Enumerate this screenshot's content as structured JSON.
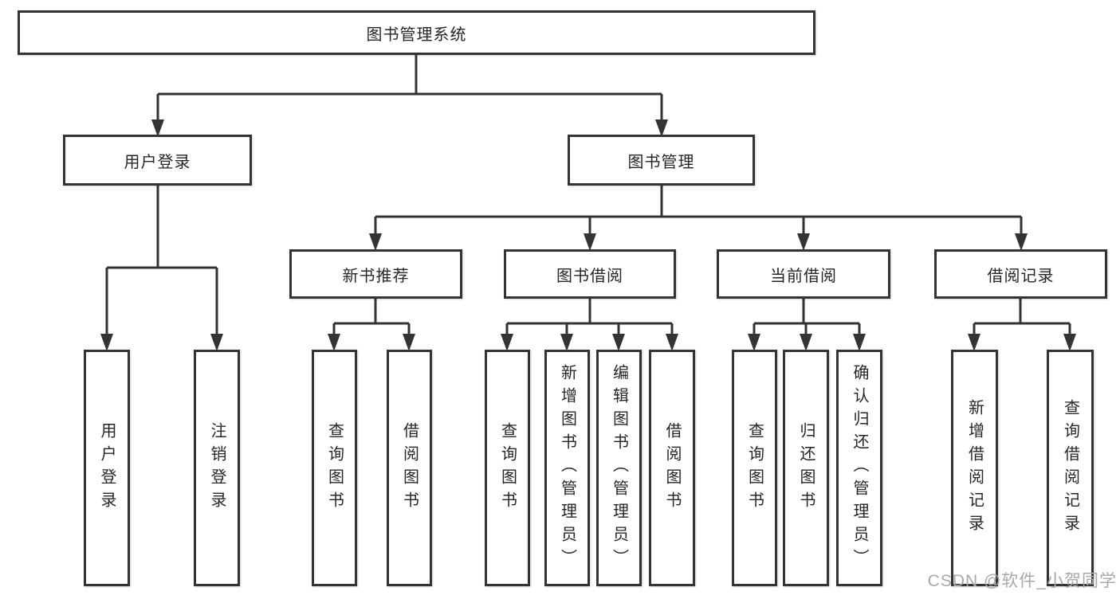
{
  "colors": {
    "background": "#ffffff",
    "box_border": "#333333",
    "connector_line": "#333333",
    "text": "#262626",
    "watermark": "#a8a8a8"
  },
  "tree": {
    "root": "图书管理系统",
    "branches": [
      {
        "label": "用户登录",
        "leaves": [
          "用户登录",
          "注销登录"
        ]
      },
      {
        "label": "图书管理",
        "sections": [
          {
            "label": "新书推荐",
            "leaves": [
              "查询图书",
              "借阅图书"
            ]
          },
          {
            "label": "图书借阅",
            "leaves": [
              "查询图书",
              "新增图书（管理员）",
              "编辑图书（管理员）",
              "借阅图书"
            ]
          },
          {
            "label": "当前借阅",
            "leaves": [
              "查询图书",
              "归还图书",
              "确认归还（管理员）"
            ]
          },
          {
            "label": "借阅记录",
            "leaves": [
              "新增借阅记录",
              "查询借阅记录"
            ]
          }
        ]
      }
    ]
  },
  "watermark": {
    "text": "CSDN @软件_小贺同学"
  }
}
